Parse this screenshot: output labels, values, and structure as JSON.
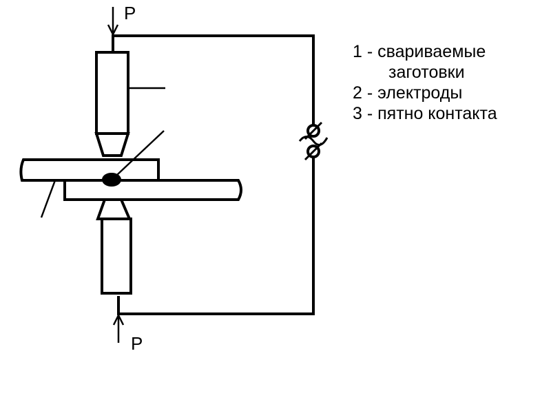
{
  "labels": {
    "force_top": "P",
    "force_bottom": "P"
  },
  "legend": {
    "item1_line1": "1 - свариваемые",
    "item1_line2": "заготовки",
    "item2": "2 - электроды",
    "item3": "3 - пятно контакта"
  },
  "colors": {
    "stroke": "#000000",
    "background": "#ffffff"
  }
}
